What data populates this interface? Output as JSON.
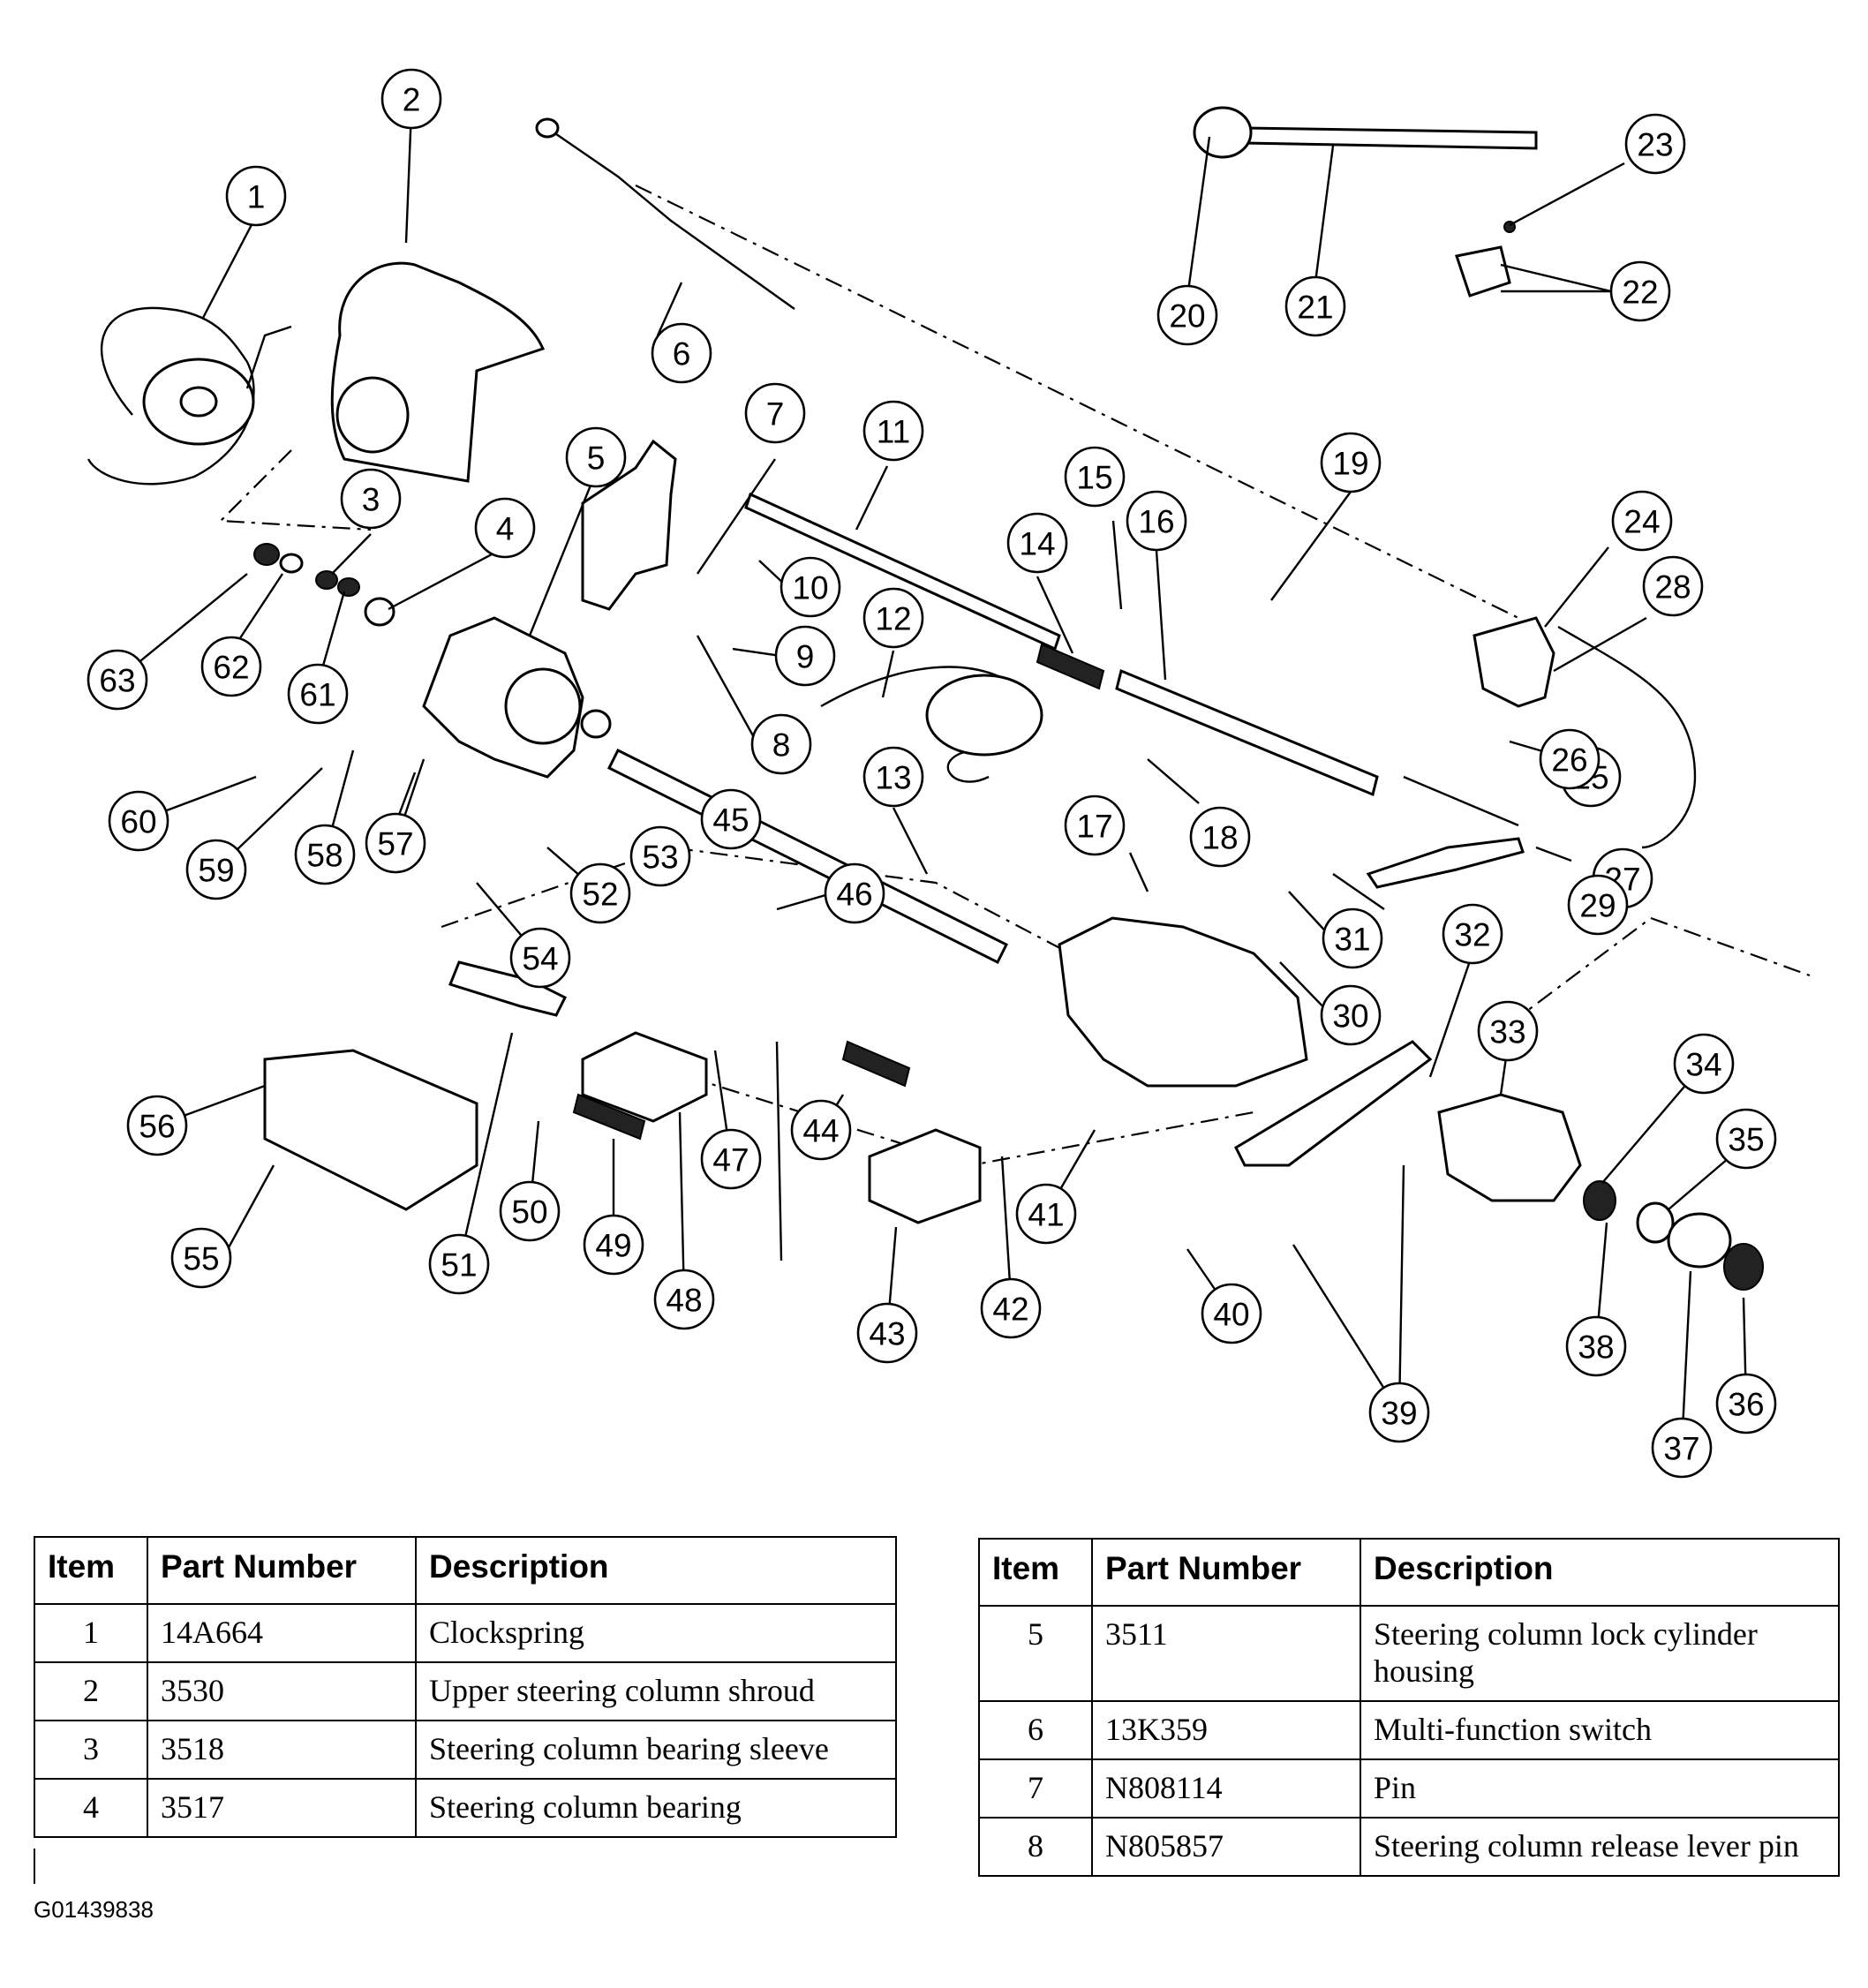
{
  "figure_id": "G01439838",
  "callouts": [
    "1",
    "2",
    "3",
    "4",
    "5",
    "6",
    "7",
    "8",
    "9",
    "10",
    "11",
    "12",
    "13",
    "14",
    "15",
    "16",
    "17",
    "18",
    "19",
    "20",
    "21",
    "22",
    "23",
    "24",
    "25",
    "26",
    "27",
    "28",
    "29",
    "30",
    "31",
    "32",
    "33",
    "34",
    "35",
    "36",
    "37",
    "38",
    "39",
    "40",
    "41",
    "42",
    "43",
    "44",
    "45",
    "46",
    "47",
    "48",
    "49",
    "50",
    "51",
    "52",
    "53",
    "54",
    "55",
    "56",
    "57",
    "58",
    "59",
    "60",
    "61",
    "62",
    "63"
  ],
  "table_left": {
    "headers": [
      "Item",
      "Part Number",
      "Description"
    ],
    "rows": [
      {
        "item": "1",
        "part_number": "14A664",
        "description": "Clockspring"
      },
      {
        "item": "2",
        "part_number": "3530",
        "description": "Upper steering column shroud"
      },
      {
        "item": "3",
        "part_number": "3518",
        "description": "Steering column bearing sleeve"
      },
      {
        "item": "4",
        "part_number": "3517",
        "description": "Steering column bearing"
      }
    ]
  },
  "table_right": {
    "headers": [
      "Item",
      "Part Number",
      "Description"
    ],
    "rows": [
      {
        "item": "5",
        "part_number": "3511",
        "description": "Steering column lock cylinder housing"
      },
      {
        "item": "6",
        "part_number": "13K359",
        "description": "Multi-function switch"
      },
      {
        "item": "7",
        "part_number": "N808114",
        "description": "Pin"
      },
      {
        "item": "8",
        "part_number": "N805857",
        "description": "Steering column release lever pin"
      }
    ]
  }
}
